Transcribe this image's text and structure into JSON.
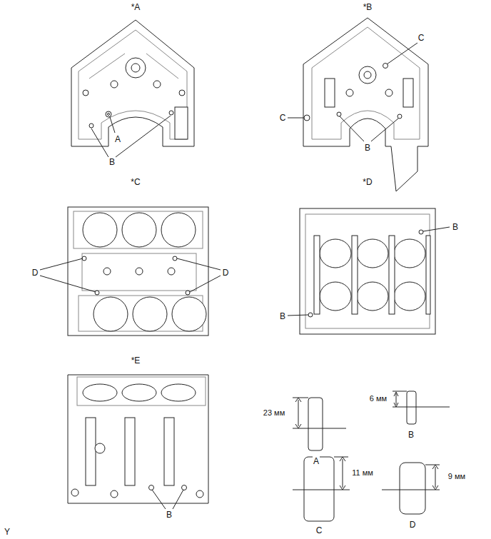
{
  "diagram": {
    "labels": [
      "*A",
      "A",
      "B",
      "*B",
      "C",
      "C",
      "B",
      "*C",
      "D",
      "D",
      "*D",
      "B",
      "B",
      "*E",
      "B",
      "23 мм",
      "A",
      "6 мм",
      "B",
      "11 мм",
      "C",
      "9 мм",
      "D",
      "Y"
    ]
  }
}
